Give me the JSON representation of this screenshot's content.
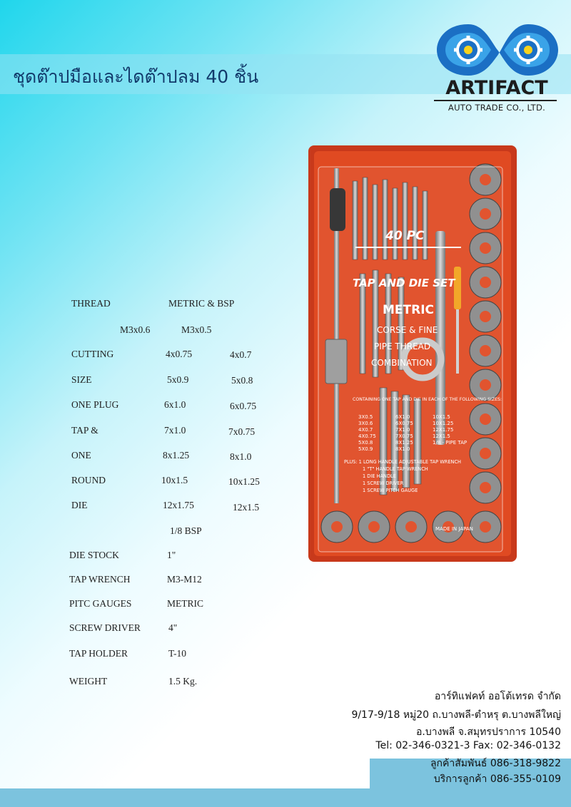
{
  "title": "ชุดต๊าปมือและไดต๊าปลม 40 ชิ้น",
  "brand": {
    "name": "ARTIFACT",
    "sub": "AUTO TRADE CO., LTD.",
    "logo_icon": "infinity-gears-logo",
    "colors": {
      "blue": "#1b6fc4",
      "light_blue": "#3aa3e8",
      "yellow": "#f7d21e"
    }
  },
  "product_label": {
    "count": "40 PC",
    "headline": "TAP AND DIE SET",
    "type": "METRIC",
    "lines": [
      "CORSE & FINE",
      "PIPE THREAD",
      "COMBINATION"
    ],
    "contents_intro": "CONTAINING ONE TAP AND DIE IN EACH OF THE FOLLOWING SIZES:",
    "sizes": [
      "3X0.5",
      "3X0.6",
      "4X0.7",
      "4X0.75",
      "5X0.8",
      "5X0.9",
      "6X1.0",
      "6X0.75",
      "7X1.0",
      "7X0.75",
      "8X1.25",
      "8X1.0",
      "10X1.5",
      "10X1.25",
      "12X1.75",
      "12X1.5",
      "1/8 - PIPE TAP"
    ],
    "plus": [
      "PLUS: 1 LONG HANDLE ADJUSTABLE TAP WRENCH",
      "1 \"T\" HANDLE TAP WRENCH",
      "1 DIE HANDLE",
      "1 SCREW DRIVER",
      "1 SCREW PITCH GAUGE"
    ],
    "made_in": "MADE IN JAPAN"
  },
  "specs": {
    "thread_label": "THREAD",
    "thread_value": "METRIC   &   BSP",
    "row_first": [
      "M3x0.6",
      "M3x0.5"
    ],
    "rows": [
      {
        "label": "CUTTING",
        "a": "4x0.75",
        "b": "4x0.7"
      },
      {
        "label": "SIZE",
        "a": "5x0.9",
        "b": "5x0.8"
      },
      {
        "label": "ONE PLUG",
        "a": "6x1.0",
        "b": "6x0.75"
      },
      {
        "label": "TAP &",
        "a": "7x1.0",
        "b": "7x0.75"
      },
      {
        "label": "ONE",
        "a": "8x1.25",
        "b": "8x1.0"
      },
      {
        "label": "ROUND",
        "a": "10x1.5",
        "b": "10x1.25"
      },
      {
        "label": "DIE",
        "a": "12x1.75",
        "b": "12x1.5"
      }
    ],
    "bsp": "1/8 BSP",
    "items": [
      {
        "label": "DIE STOCK",
        "value": "1\""
      },
      {
        "label": "TAP WRENCH",
        "value": "M3-M12"
      },
      {
        "label": "PITC GAUGES",
        "value": "METRIC"
      },
      {
        "label": "SCREW DRIVER",
        "value": "4\""
      },
      {
        "label": "TAP HOLDER",
        "value": "T-10"
      },
      {
        "label": "WEIGHT",
        "value": "1.5 Kg."
      }
    ]
  },
  "footer": {
    "company": "อาร์ทิแฟคท์ ออโต้เทรด จำกัด",
    "address1": "9/17-9/18 หมู่20 ถ.บางพลี-ตำหรุ ต.บางพลีใหญ่",
    "address2": "อ.บางพลี จ.สมุทรปราการ 10540",
    "tel": "Tel: 02-346-0321-3 Fax: 02-346-0132",
    "relations": "ลูกค้าสัมพันธ์ 086-318-9822",
    "service": "บริการลูกค้า 086-355-0109"
  }
}
